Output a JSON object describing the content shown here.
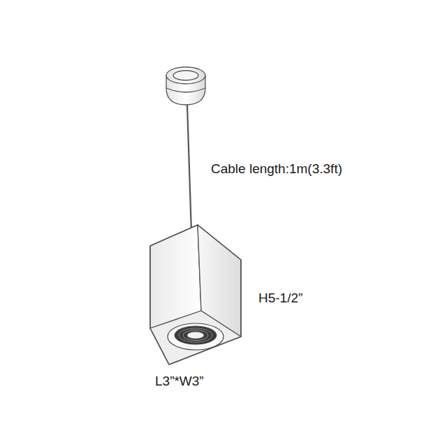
{
  "diagram": {
    "labels": [
      "Cable length:1m(3.3ft)",
      "H5-1/2”",
      "L3”*W3”"
    ]
  }
}
